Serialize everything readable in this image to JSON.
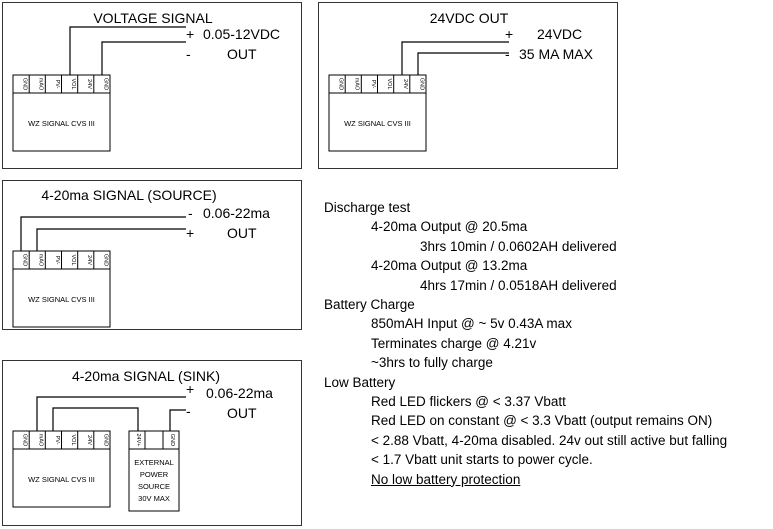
{
  "panels": {
    "voltage": {
      "title": "VOLTAGE SIGNAL",
      "plus_sign": "+",
      "minus_sign": "-",
      "plus_label": "0.05-12VDC",
      "minus_label": "OUT"
    },
    "out24": {
      "title": "24VDC OUT",
      "plus_sign": "+",
      "minus_sign": "-",
      "plus_label": "24VDC",
      "minus_label": "35 MA MAX"
    },
    "source": {
      "title": "4-20ma SIGNAL (SOURCE)",
      "minus_sign": "-",
      "plus_sign": "+",
      "minus_label": "0.06-22ma",
      "plus_label": "OUT"
    },
    "sink": {
      "title": "4-20ma SIGNAL (SINK)",
      "plus_sign": "+",
      "minus_sign": "-",
      "plus_label": "0.06-22ma",
      "minus_label": "OUT"
    }
  },
  "device": {
    "name": "WZ SIGNAL CVS III",
    "pins": [
      "GND",
      "mAO",
      "PV-",
      "VOL",
      "24V",
      "GND"
    ]
  },
  "external_source": {
    "pins": [
      "24V+",
      "GND"
    ],
    "label_lines": [
      "EXTERNAL",
      "POWER",
      "SOURCE",
      "30V MAX"
    ]
  },
  "notes": [
    {
      "level": 0,
      "text": "Discharge test"
    },
    {
      "level": 1,
      "text": "4-20ma Output @ 20.5ma"
    },
    {
      "level": 2,
      "text": "3hrs 10min / 0.0602AH delivered"
    },
    {
      "level": 1,
      "text": "4-20ma Output @ 13.2ma"
    },
    {
      "level": 2,
      "text": "4hrs 17min / 0.0518AH delivered"
    },
    {
      "level": 0,
      "text": "Battery Charge"
    },
    {
      "level": 1,
      "text": "850mAH Input @ ~ 5v 0.43A max"
    },
    {
      "level": 1,
      "text": "Terminates charge @ 4.21v"
    },
    {
      "level": 1,
      "text": "~3hrs to fully charge"
    },
    {
      "level": 0,
      "text": "Low Battery"
    },
    {
      "level": 1,
      "text": "Red LED flickers @ < 3.37 Vbatt"
    },
    {
      "level": 1,
      "text": "Red LED on constant @ < 3.3 Vbatt (output remains ON)"
    },
    {
      "level": 1,
      "text": "< 2.88 Vbatt, 4-20ma disabled.  24v out still active but falling"
    },
    {
      "level": 1,
      "text": "< 1.7 Vbatt unit starts to power cycle."
    },
    {
      "level": 1,
      "text": "No low battery protection",
      "underline": true
    }
  ]
}
